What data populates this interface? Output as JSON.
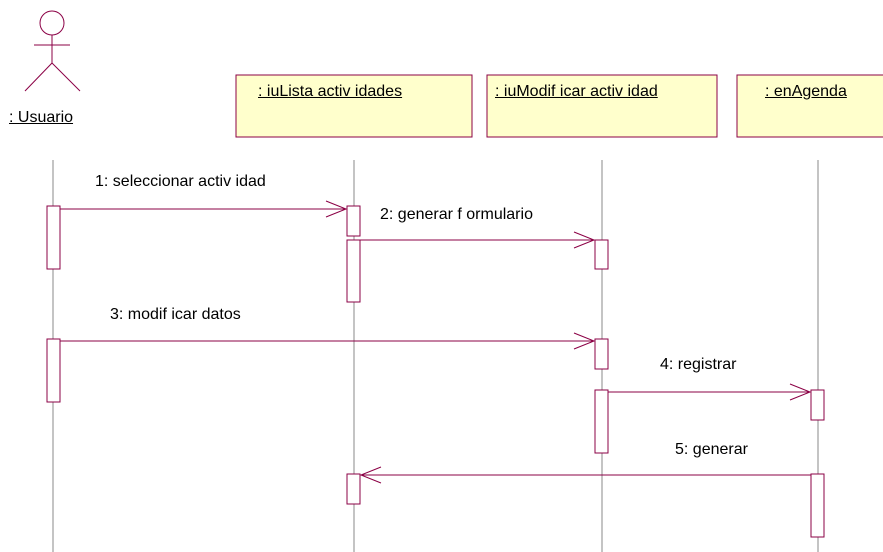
{
  "colors": {
    "line": "#8b0045",
    "box_fill": "#ffffcc",
    "box_stroke": "#8b0045",
    "lifeline": "#8a8a8a",
    "text": "#000000"
  },
  "actor": {
    "label": ": Usuario"
  },
  "objects": [
    {
      "label": ": iuLista activ idades"
    },
    {
      "label": ": iuModif icar activ idad"
    },
    {
      "label": ": enAgenda"
    }
  ],
  "messages": [
    {
      "label": "1: seleccionar activ idad"
    },
    {
      "label": "2: generar f ormulario"
    },
    {
      "label": "3: modif icar datos"
    },
    {
      "label": "4: registrar"
    },
    {
      "label": "5: generar"
    }
  ]
}
